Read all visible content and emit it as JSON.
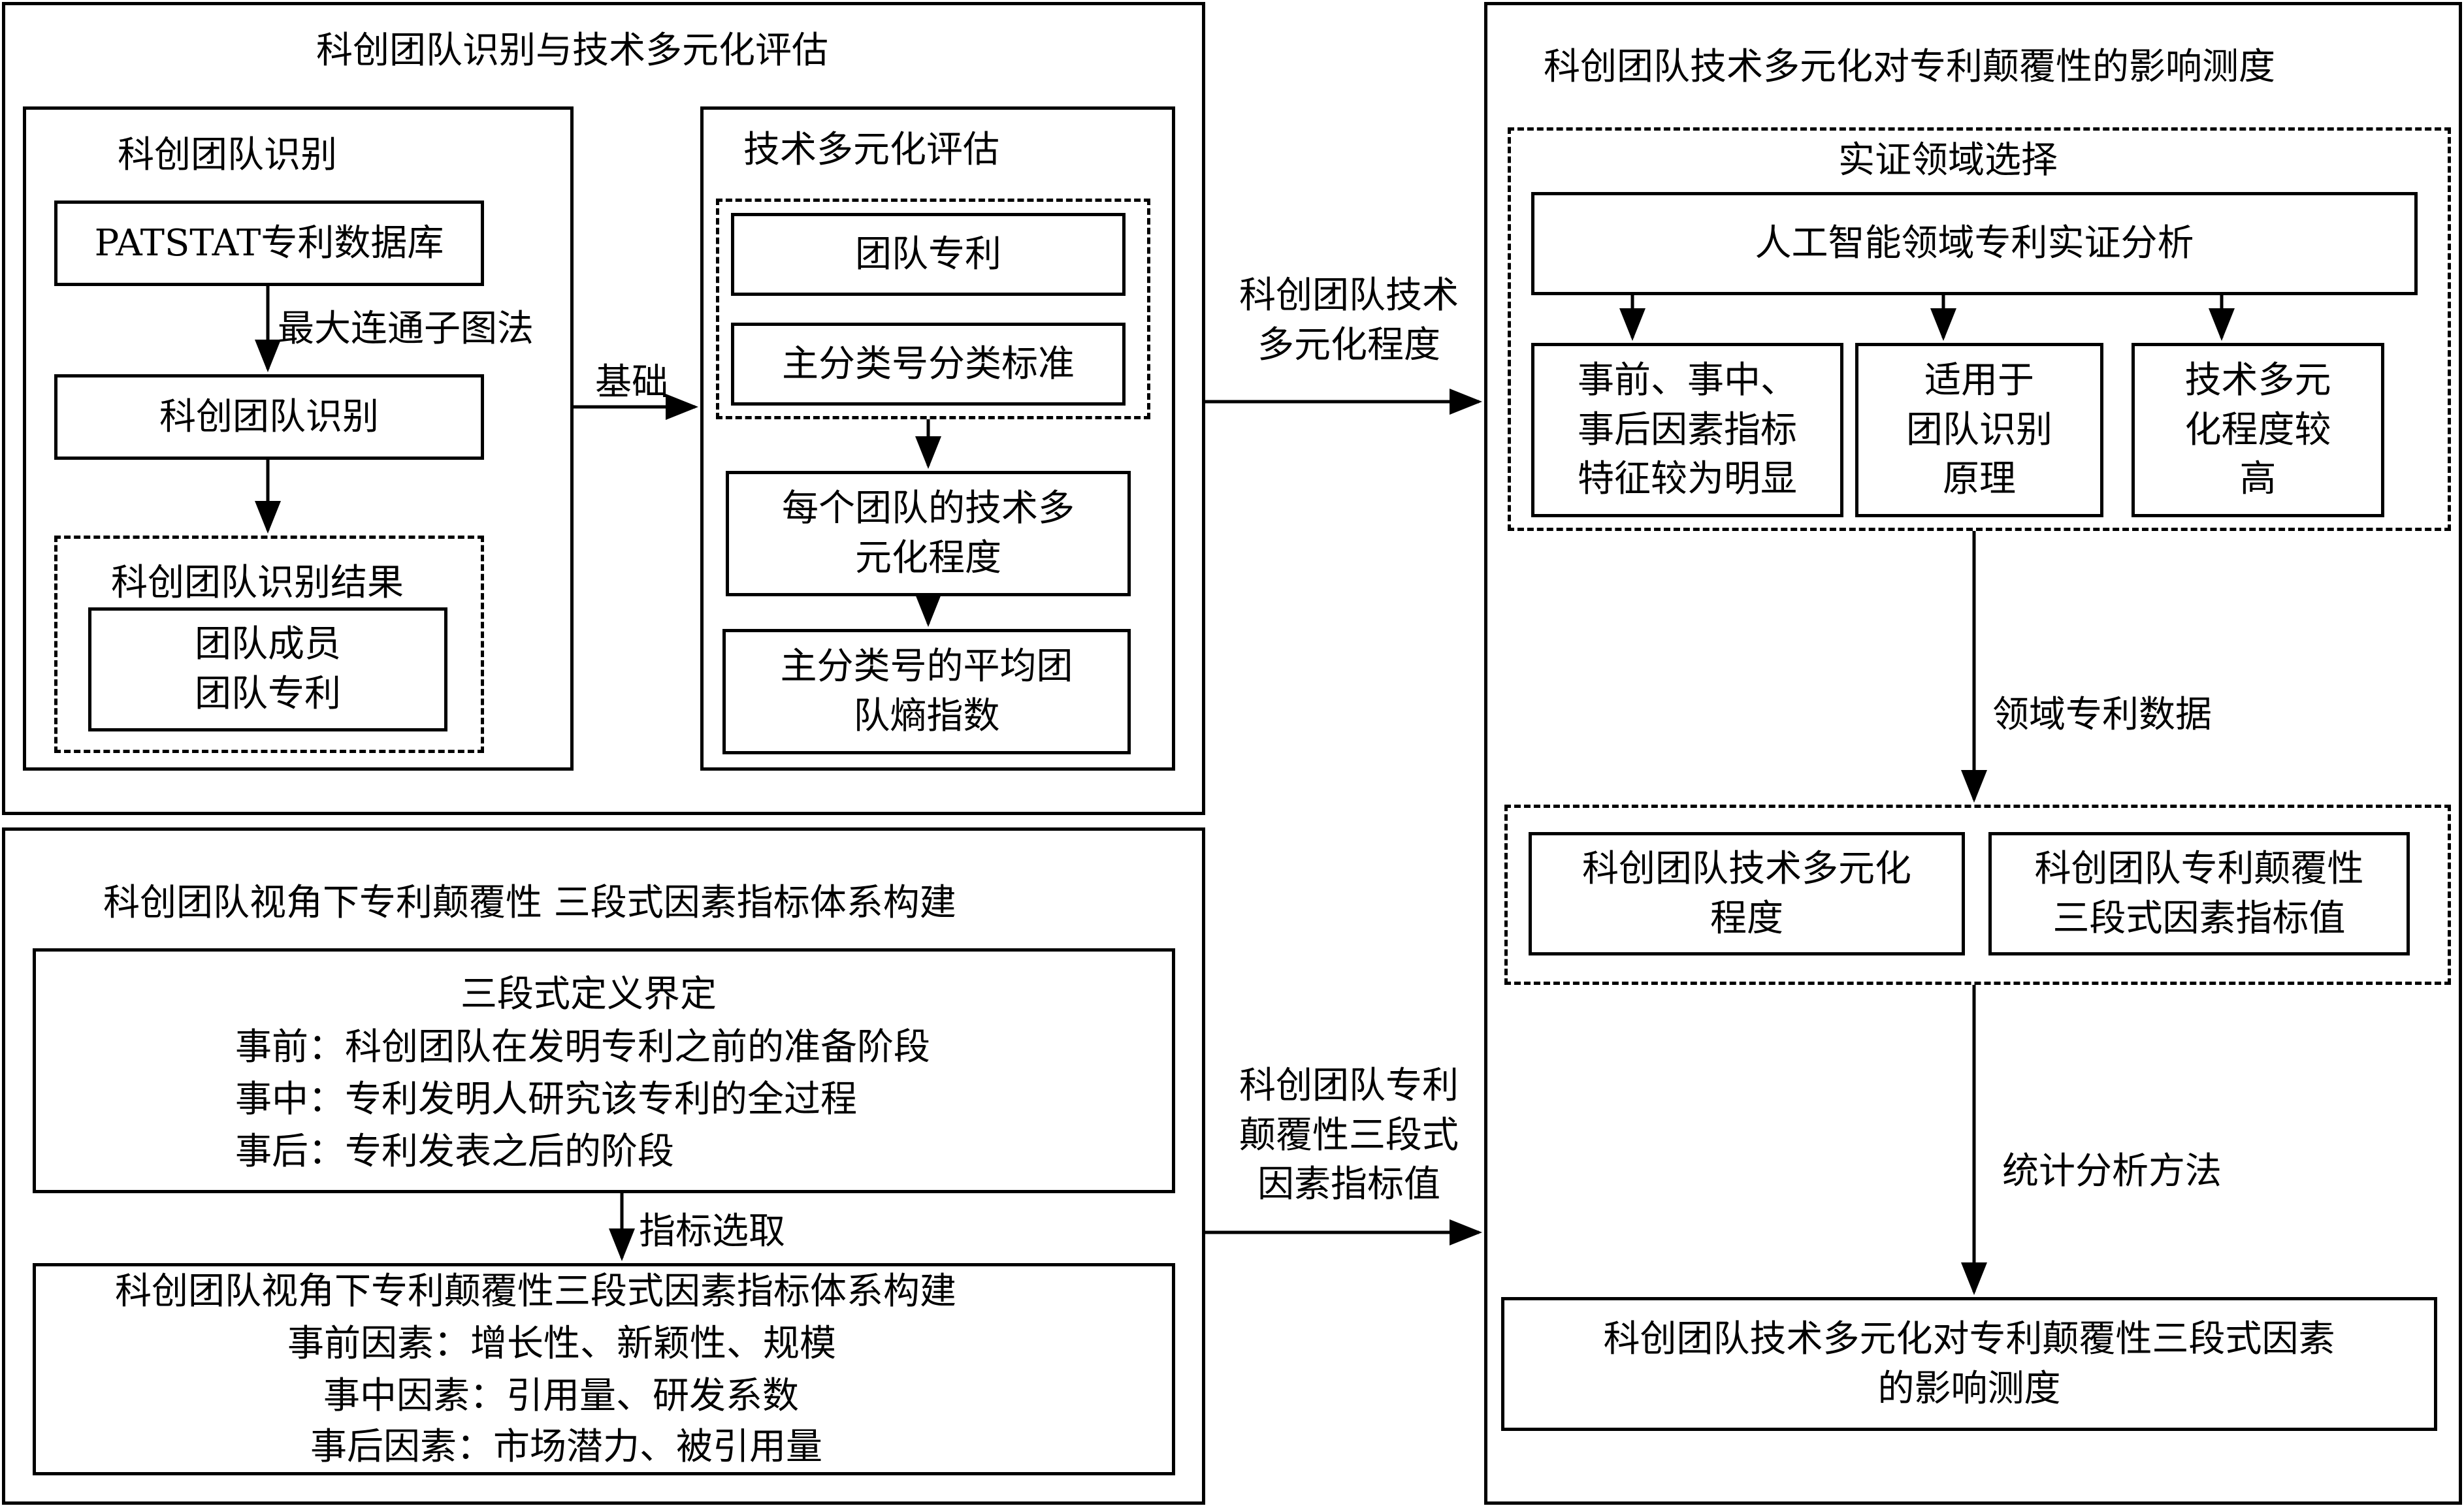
{
  "panel_top_left": {
    "title": "科创团队识别与技术多元化评估",
    "team_identification": {
      "title": "科创团队识别",
      "patstat": "PATSTAT专利数据库",
      "method_label": "最大连通子图法",
      "identification": "科创团队识别",
      "result_title": "科创团队识别结果",
      "result_lines": "团队成员\n团队专利"
    },
    "foundation_label": "基础",
    "tech_diversity": {
      "title": "技术多元化评估",
      "team_patents": "团队专利",
      "classification": "主分类号分类标准",
      "degree": "每个团队的技术多\n元化程度",
      "entropy": "主分类号的平均团\n队熵指数"
    }
  },
  "panel_bottom_left": {
    "title": "科创团队视角下专利颠覆性 三段式因素指标体系构建",
    "definition": {
      "title": "三段式定义界定",
      "line1": "事前：科创团队在发明专利之前的准备阶段",
      "line2": "事中：专利发明人研究该专利的全过程",
      "line3": "事后：专利发表之后的阶段"
    },
    "selection_label": "指标选取",
    "system": {
      "title": "科创团队视角下专利颠覆性三段式因素指标体系构建",
      "line1": "事前因素：增长性、新颖性、规模",
      "line2": "事中因素：引用量、研发系数",
      "line3": "事后因素：市场潜力、被引用量"
    }
  },
  "mid_labels": {
    "top": "科创团队技术\n多元化程度",
    "bottom": "科创团队专利\n颠覆性三段式\n因素指标值"
  },
  "panel_right": {
    "title": "科创团队技术多元化对专利颠覆性的影响测度",
    "domain_select": {
      "title": "实证领域选择",
      "ai_analysis": "人工智能领域专利实证分析",
      "reason1": "事前、事中、\n事后因素指标\n特征较为明显",
      "reason2": "适用于\n团队识别\n原理",
      "reason3": "技术多元\n化程度较\n高"
    },
    "domain_data_label": "领域专利数据",
    "variables": {
      "diversity": "科创团队技术多元化\n程度",
      "indicator": "科创团队专利颠覆性\n三段式因素指标值"
    },
    "method_label": "统计分析方法",
    "result": "科创团队技术多元化对专利颠覆性三段式因素\n的影响测度"
  }
}
